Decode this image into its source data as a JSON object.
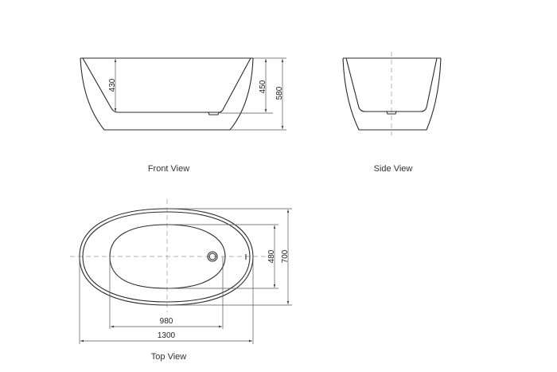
{
  "front_view": {
    "label": "Front View",
    "dims": {
      "inner_depth": "430",
      "floor_height": "450",
      "total_height": "580"
    }
  },
  "side_view": {
    "label": "Side View"
  },
  "top_view": {
    "label": "Top View",
    "dims": {
      "inner_width": "480",
      "total_width": "700",
      "inner_length": "980",
      "total_length": "1300"
    }
  }
}
